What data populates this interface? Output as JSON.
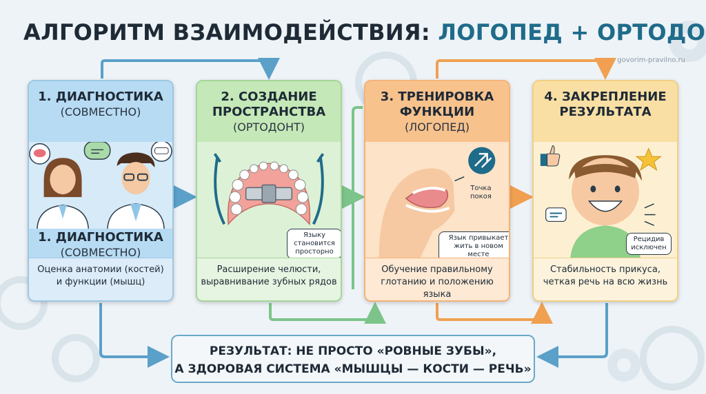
{
  "title": {
    "main": "АЛГОРИТМ ВЗАИМОДЕЙСТВИЯ:",
    "accent": "ЛОГОПЕД + ОРТОДОНТ"
  },
  "site": "govorim-pravilno.ru",
  "cards": [
    {
      "title": "1. ДИАГНОСТИКА",
      "subtitle": "(СОВМЕСТНО)",
      "mid_title": "1. ДИАГНОСТИКА",
      "mid_subtitle": "(СОВМЕСТНО)",
      "desc": [
        "Оценка анатомии (костей)",
        "и функции (мышц)"
      ]
    },
    {
      "title_lines": [
        "2. СОЗДАНИЕ",
        "ПРОСТРАНСТВА"
      ],
      "subtitle": "(ОРТОДОНТ)",
      "bubble": [
        "Языку",
        "становится",
        "просторно"
      ],
      "desc": [
        "Расширение челюсти,",
        "выравнивание зубных рядов"
      ]
    },
    {
      "title_lines": [
        "3. ТРЕНИРОВКА",
        "ФУНКЦИИ"
      ],
      "subtitle": "(ЛОГОПЕД)",
      "label_point": [
        "Точка",
        "покоя"
      ],
      "bubble": [
        "Язык привыкает",
        "жить в новом месте"
      ],
      "desc": [
        "Обучение правильному",
        "глотанию и положению языка"
      ]
    },
    {
      "title_lines": [
        "4. ЗАКРЕПЛЕНИЕ",
        "РЕЗУЛЬТАТА"
      ],
      "bubble": [
        "Рецидив",
        "исключен"
      ],
      "desc": [
        "Стабильность прикуса,",
        "четкая речь на всю жизнь"
      ]
    }
  ],
  "result": [
    "РЕЗУЛЬТАТ: НЕ ПРОСТО «РОВНЫЕ ЗУБЫ»,",
    "А ЗДОРОВАЯ СИСТЕМА «МЫШЦЫ — КОСТИ — РЕЧЬ»"
  ],
  "colors": {
    "blue": "#5aa0c8",
    "green": "#7cc48a",
    "orange": "#f0a050",
    "accent": "#1f6b8a"
  }
}
